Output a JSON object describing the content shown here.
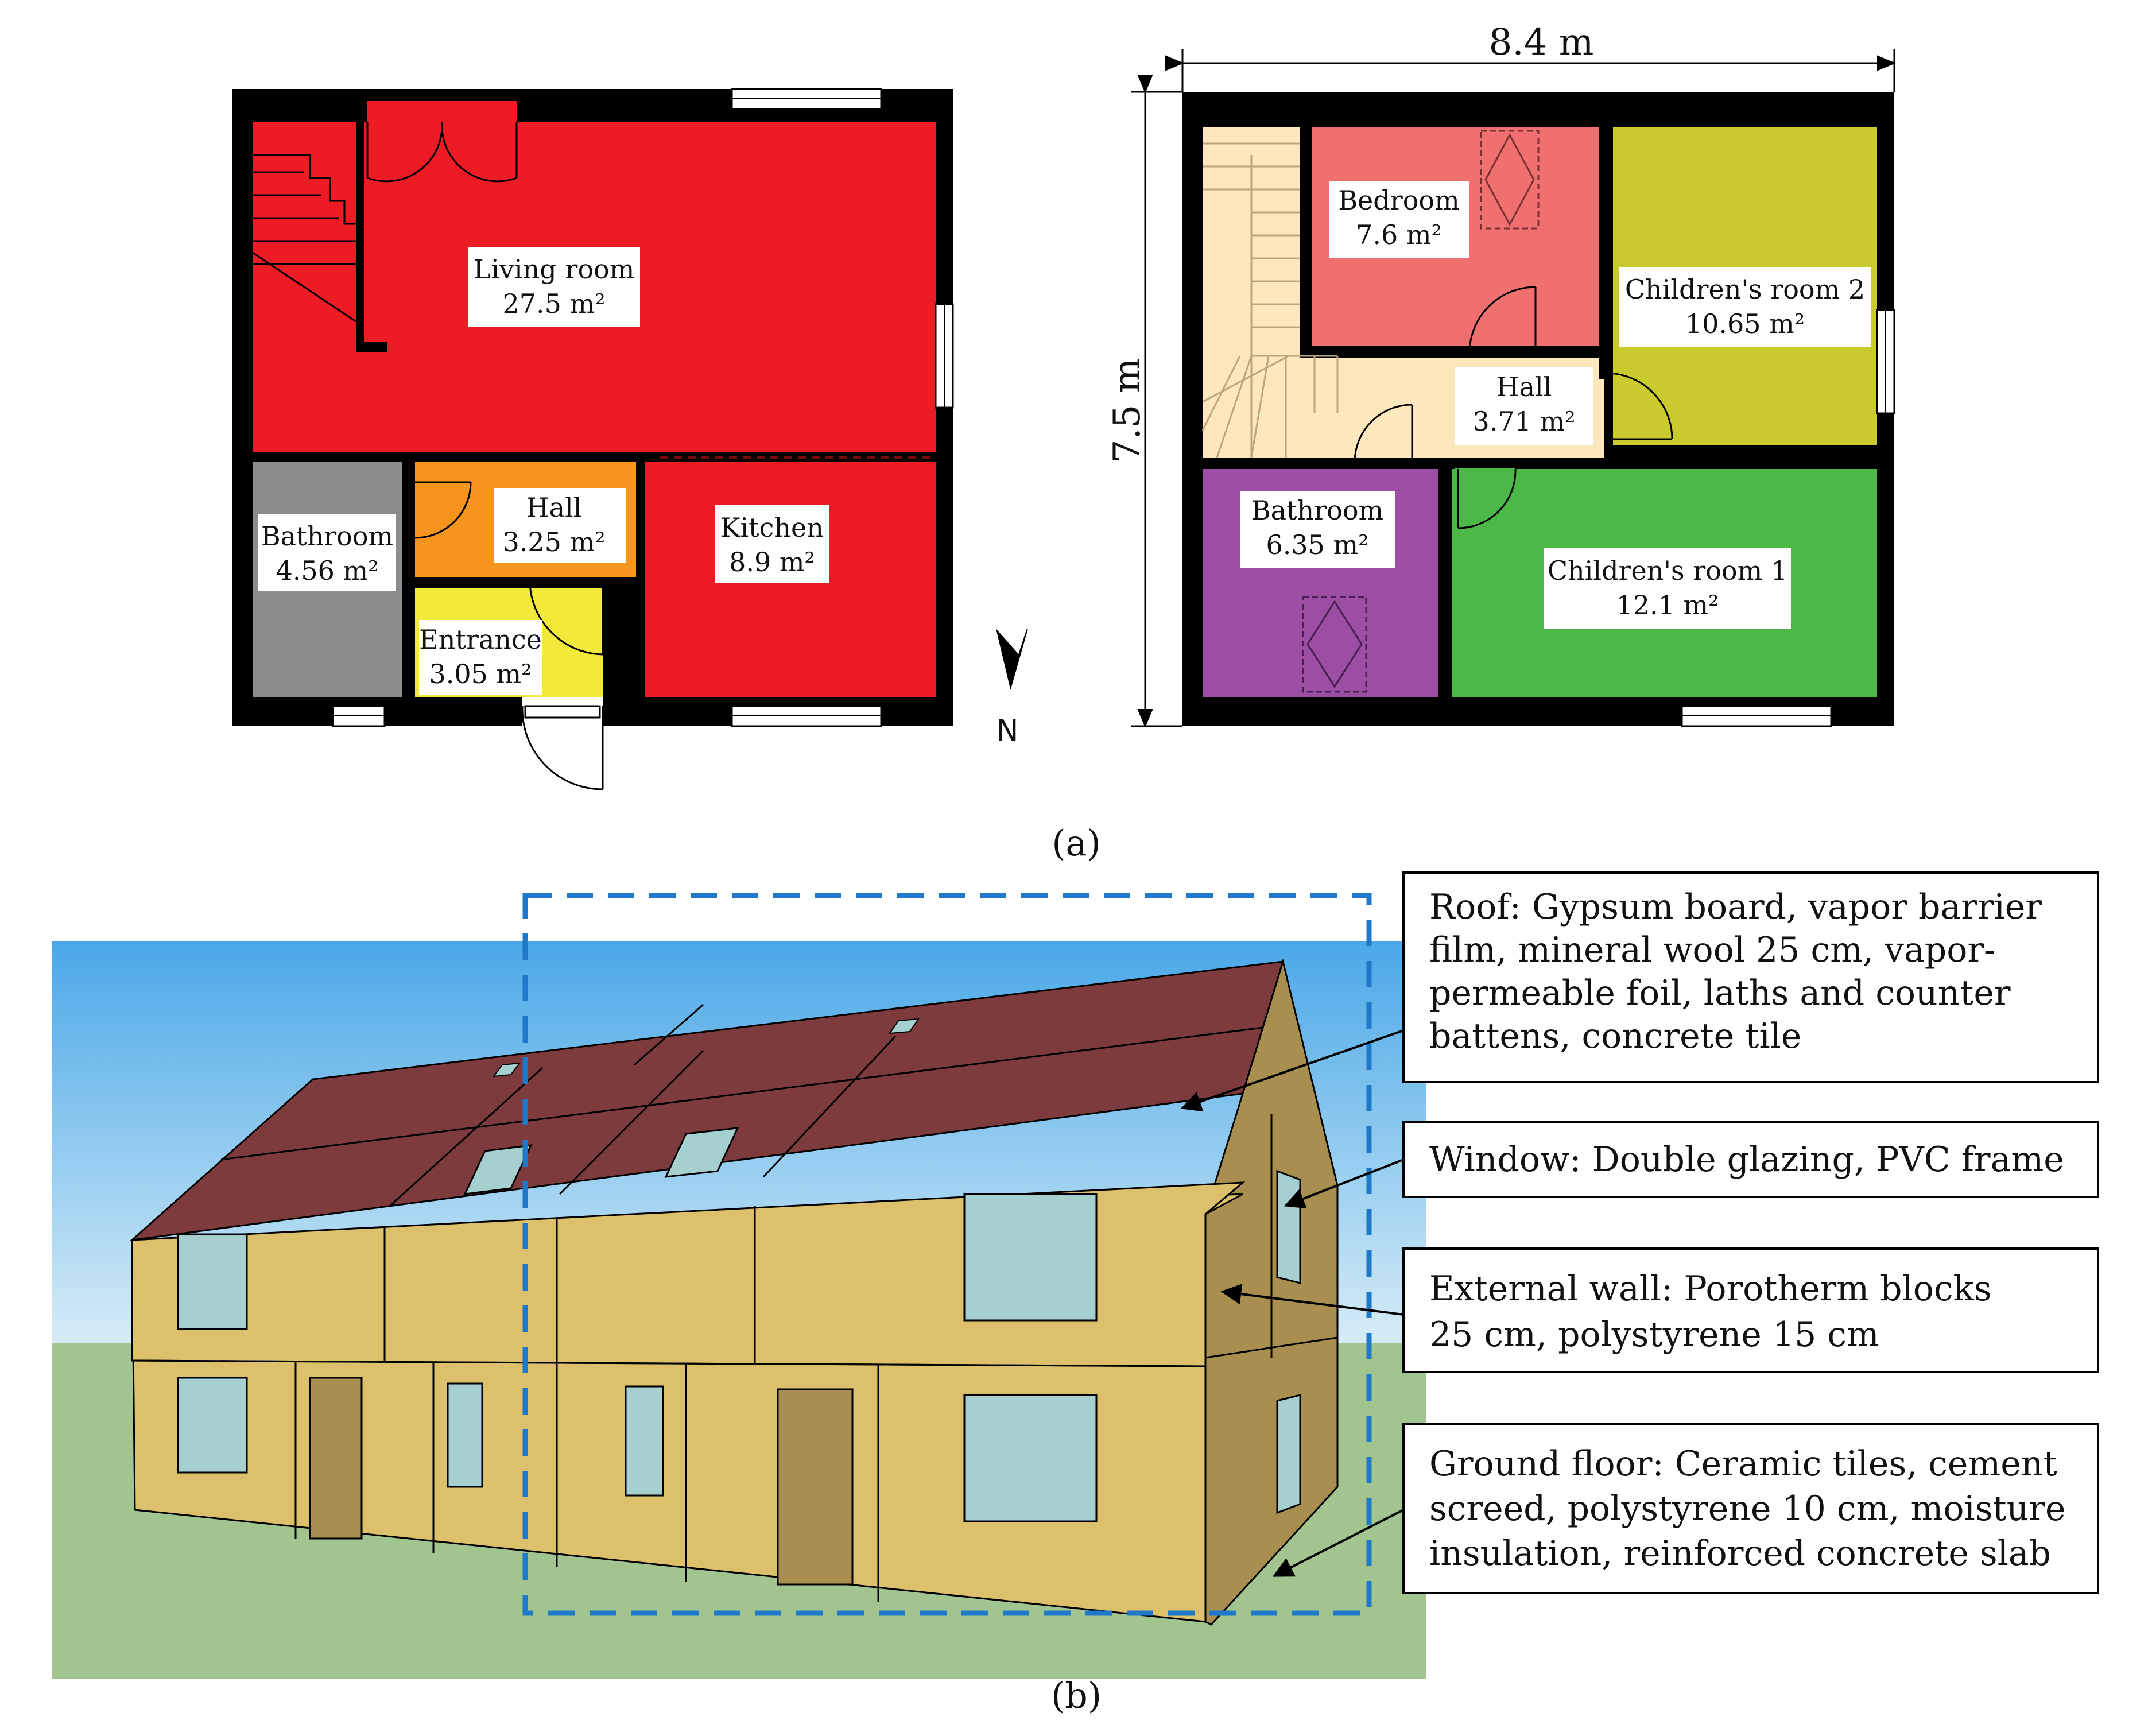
{
  "figure_a": {
    "caption": "(a)",
    "ground_floor": {
      "rooms": {
        "living_room": {
          "name": "Living room",
          "area": "27.5 m²"
        },
        "bathroom": {
          "name": "Bathroom",
          "area": "4.56 m²"
        },
        "hall": {
          "name": "Hall",
          "area": "3.25 m²"
        },
        "kitchen": {
          "name": "Kitchen",
          "area": "8.9 m²"
        },
        "entrance": {
          "name": "Entrance",
          "area": "3.05 m²"
        }
      },
      "north_label": "N"
    },
    "first_floor": {
      "width_label": "8.4 m",
      "height_label": "7.5 m",
      "rooms": {
        "bedroom": {
          "name": "Bedroom",
          "area": "7.6 m²"
        },
        "childrens_room_2": {
          "name": "Children's room 2",
          "area": "10.65 m²"
        },
        "hall": {
          "name": "Hall",
          "area": "3.71 m²"
        },
        "bathroom": {
          "name": "Bathroom",
          "area": "6.35 m²"
        },
        "childrens_room_1": {
          "name": "Children's room 1",
          "area": "12.1 m²"
        }
      }
    },
    "colors": {
      "living": "#ed1c24",
      "bathroom_ground": "#8c8c8c",
      "hall_ground": "#f7941d",
      "entrance": "#f2e93a",
      "bedroom": "#f07070",
      "childrens_room_2": "#c8ca2e",
      "hall_first": "#fde8bd",
      "bathroom_first": "#9b4ea3",
      "childrens_room_1": "#4cb848"
    }
  },
  "figure_b": {
    "caption": "(b)",
    "annotations": {
      "roof": [
        "Roof: Gypsum board, vapor barrier",
        "film, mineral wool 25 cm, vapor-",
        "permeable foil, laths and counter",
        "battens, concrete tile"
      ],
      "window": [
        "Window: Double glazing, PVC frame"
      ],
      "external_wall": [
        "External wall: Porotherm blocks",
        "25 cm, polystyrene 15 cm"
      ],
      "ground_floor": [
        "Ground floor: Ceramic tiles, cement",
        "screed, polystyrene 10 cm, moisture",
        "insulation, reinforced concrete slab"
      ]
    },
    "colors": {
      "sky_top": "#4aa8e8",
      "ground": "#a2c48f",
      "roof": "#7e3b3e",
      "wall": "#dcc06c",
      "side_wall": "#a88e4f",
      "glass": "#a6cfd0",
      "dashed_box": "#1f78c8"
    }
  }
}
